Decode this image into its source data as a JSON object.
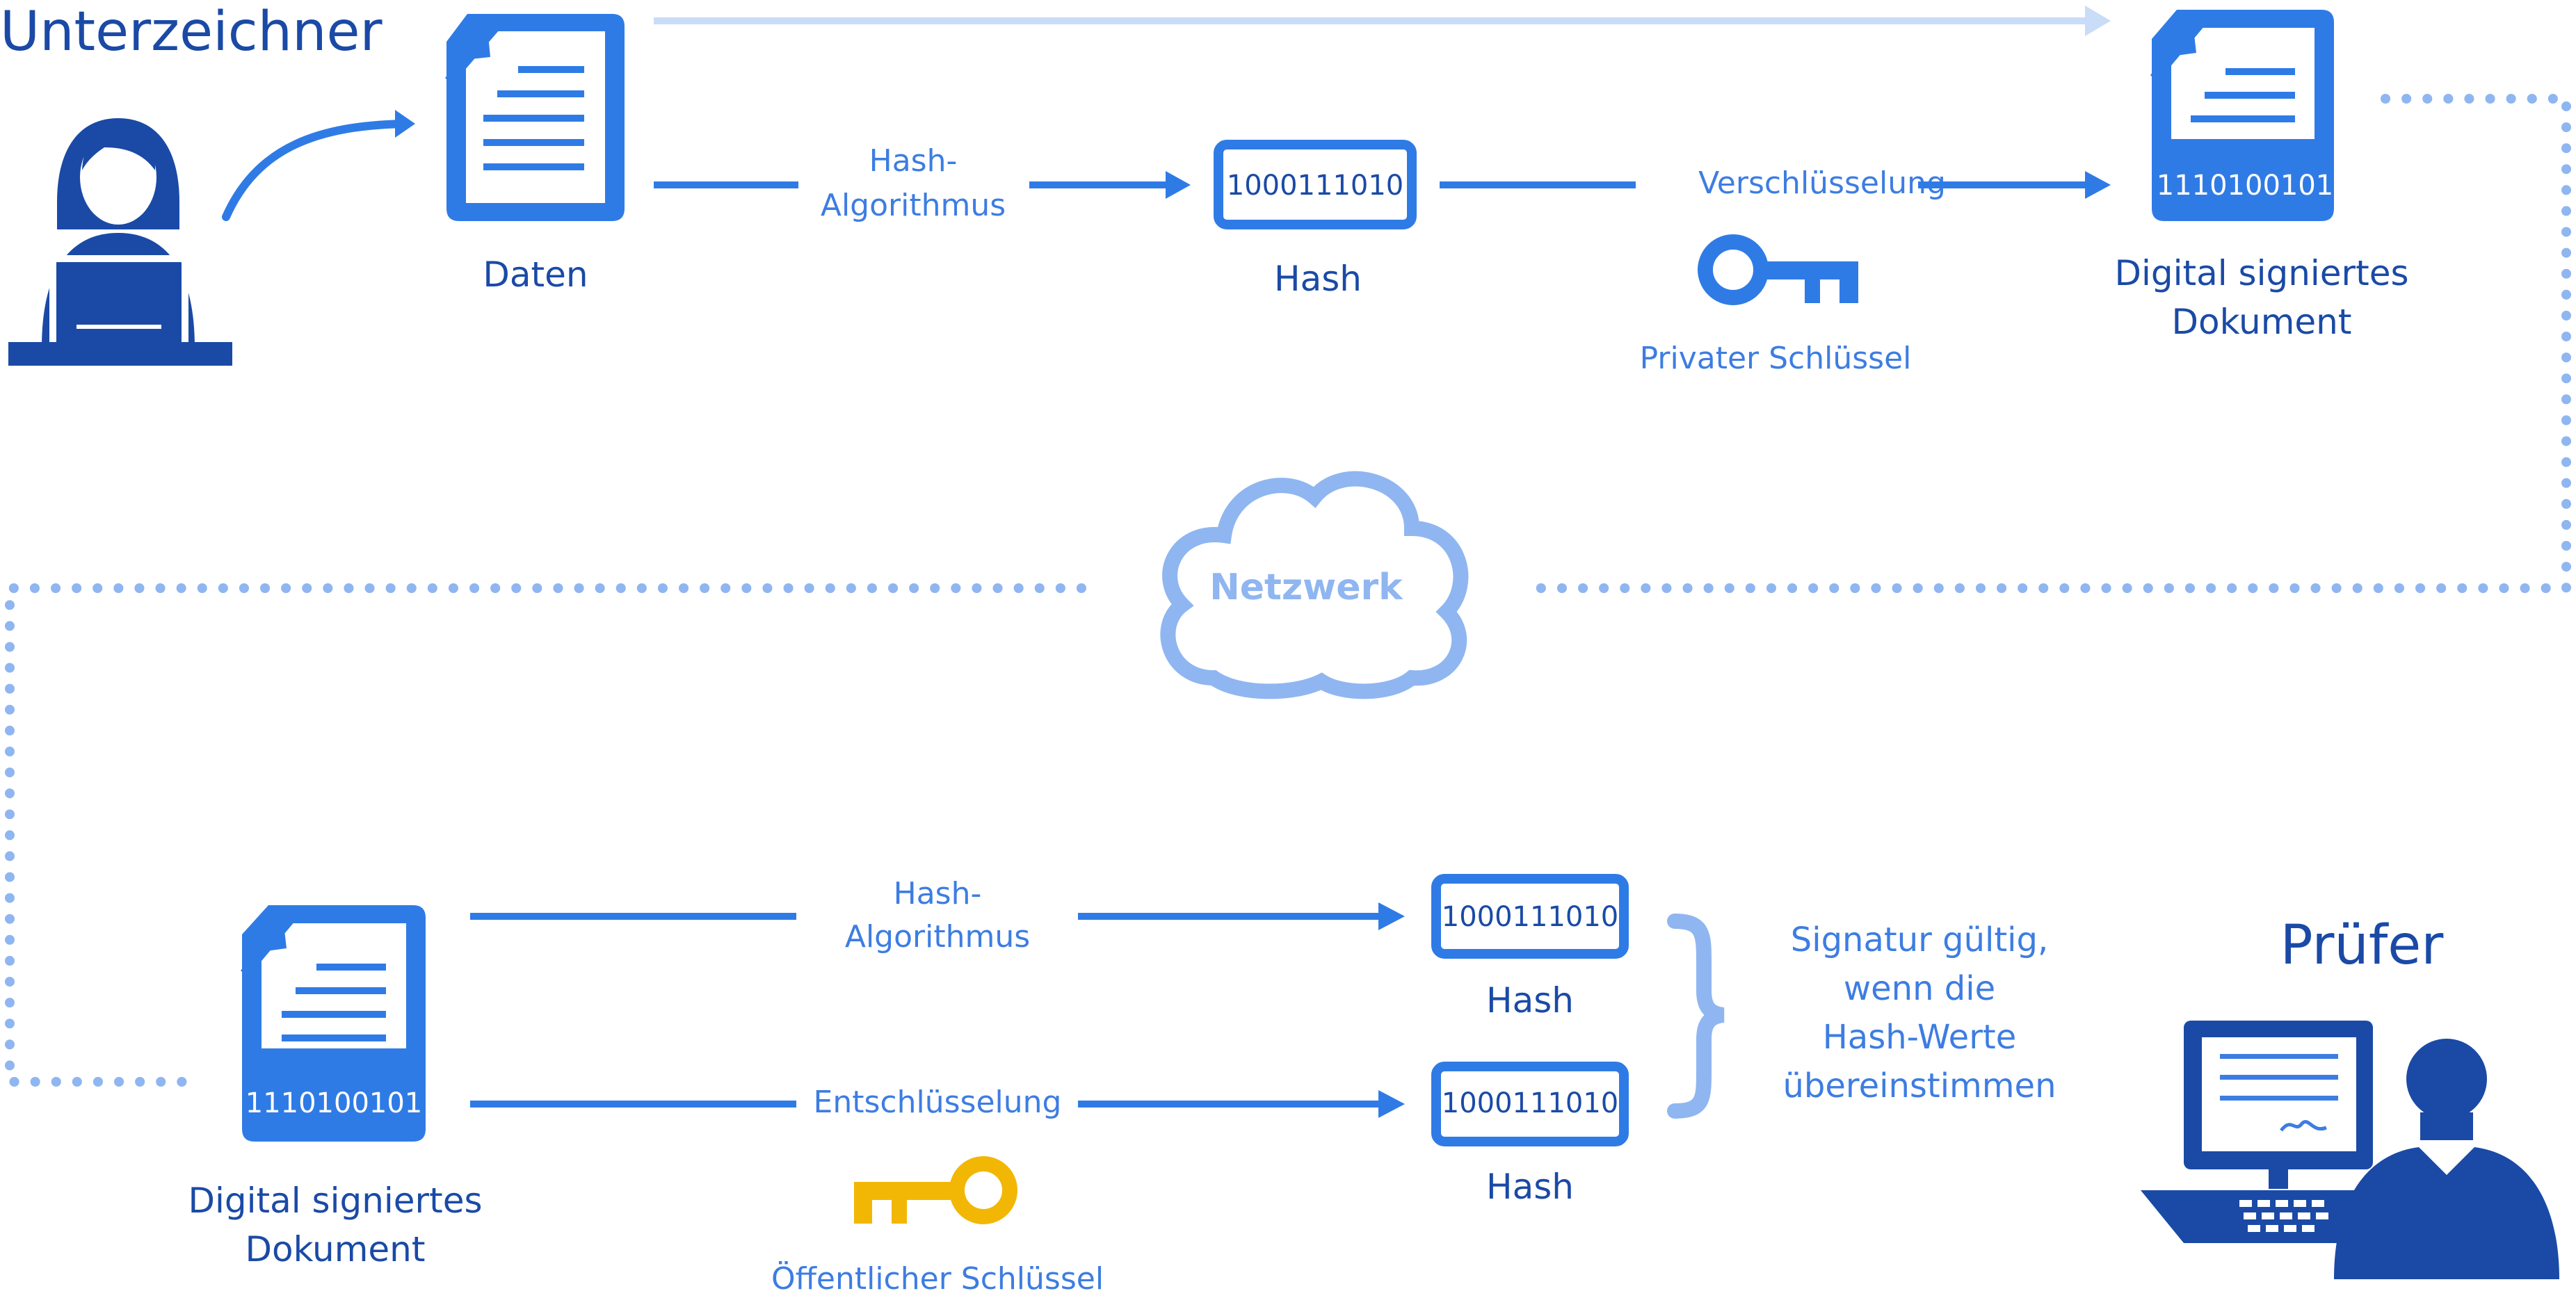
{
  "colors": {
    "dark_blue": "#1a4aa6",
    "blue": "#2f7be6",
    "mid_blue": "#3d7de2",
    "light_blue": "#8fb6f0",
    "pale_blue": "#c9dcf8",
    "yellow": "#f2b705"
  },
  "top": {
    "role_label": "Unterzeichner",
    "data_label": "Daten",
    "hash_algo_line1": "Hash-",
    "hash_algo_line2": "Algorithmus",
    "hash_value": "1000111010",
    "hash_label": "Hash",
    "encryption_label": "Verschlüsselung",
    "private_key_label": "Privater Schlüssel",
    "signed_doc_value": "1110100101",
    "signed_doc_line1": "Digital signiertes",
    "signed_doc_line2": "Dokument"
  },
  "network": {
    "label": "Netzwerk"
  },
  "bottom": {
    "signed_doc_value": "1110100101",
    "signed_doc_line1": "Digital signiertes",
    "signed_doc_line2": "Dokument",
    "hash_algo_line1": "Hash-",
    "hash_algo_line2": "Algorithmus",
    "decryption_label": "Entschlüsselung",
    "public_key_label": "Öffentlicher Schlüssel",
    "hash1_value": "1000111010",
    "hash1_label": "Hash",
    "hash2_value": "1000111010",
    "hash2_label": "Hash",
    "result_line1": "Signatur gültig,",
    "result_line2": "wenn die",
    "result_line3": "Hash-Werte",
    "result_line4": "übereinstimmen",
    "role_label": "Prüfer"
  },
  "icons": {
    "signer": "woman-laptop-icon",
    "document": "document-icon",
    "private_key": "key-icon",
    "public_key": "key-icon",
    "network": "cloud-icon",
    "verifier": "man-computer-icon"
  }
}
